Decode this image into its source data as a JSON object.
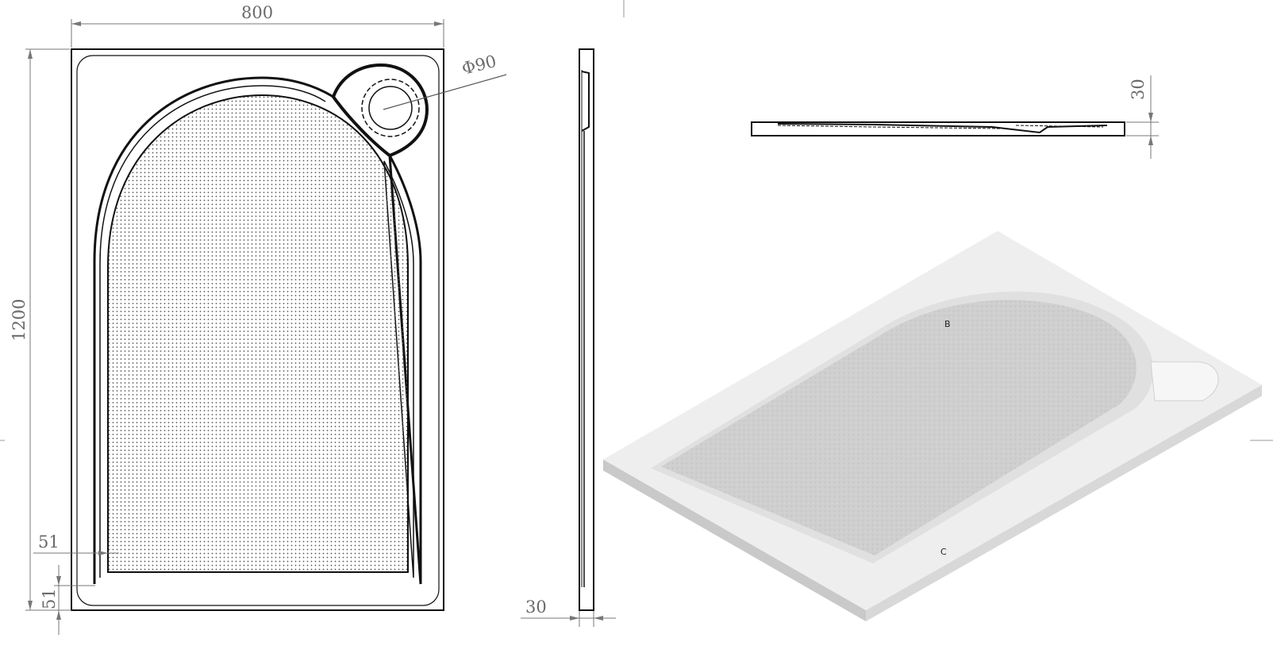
{
  "dimensions": {
    "width": "800",
    "length": "1200",
    "drain_diameter": "Φ90",
    "margin_left": "51",
    "margin_bottom": "51",
    "side_thickness": "30",
    "front_thickness": "30"
  },
  "iso_labels": {
    "b": "B",
    "c": "C"
  },
  "colors": {
    "line": "#111111",
    "dimension": "#6a6a6a",
    "tray_top": "#ededed",
    "tray_side": "#d6d6d6",
    "tray_front": "#c4c4c4",
    "texture": "#cfcfcf"
  }
}
